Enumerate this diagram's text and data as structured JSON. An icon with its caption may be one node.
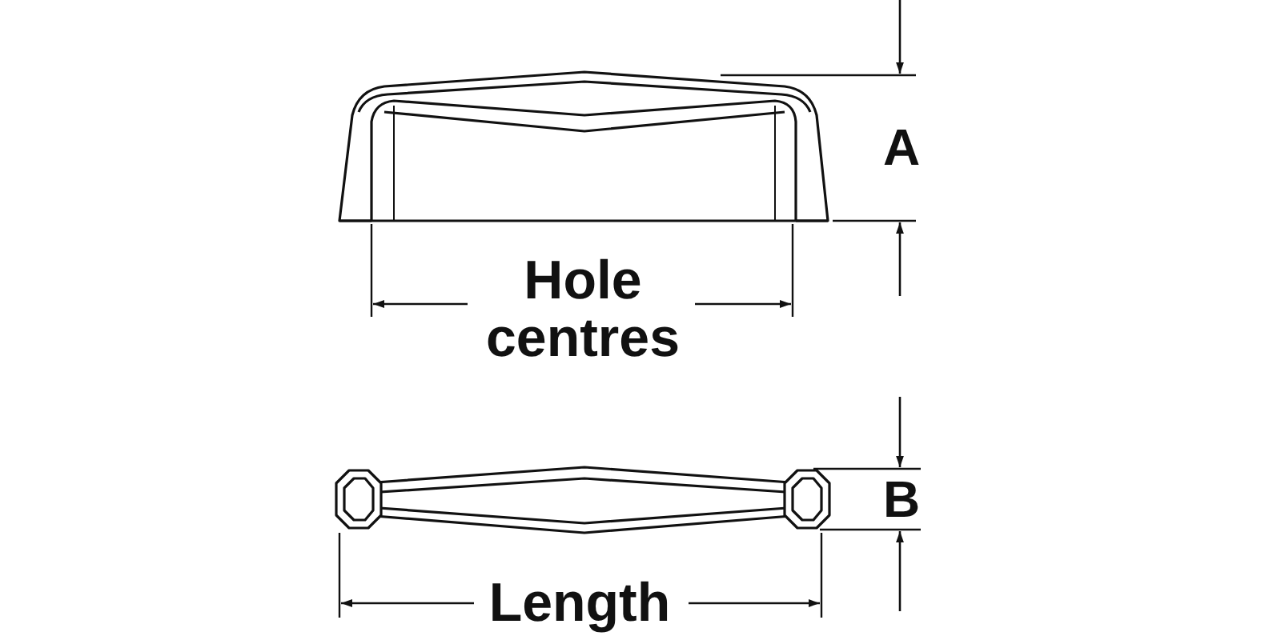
{
  "diagram": {
    "labels": [
      "A",
      "Hole centres",
      "B",
      "Length"
    ]
  }
}
